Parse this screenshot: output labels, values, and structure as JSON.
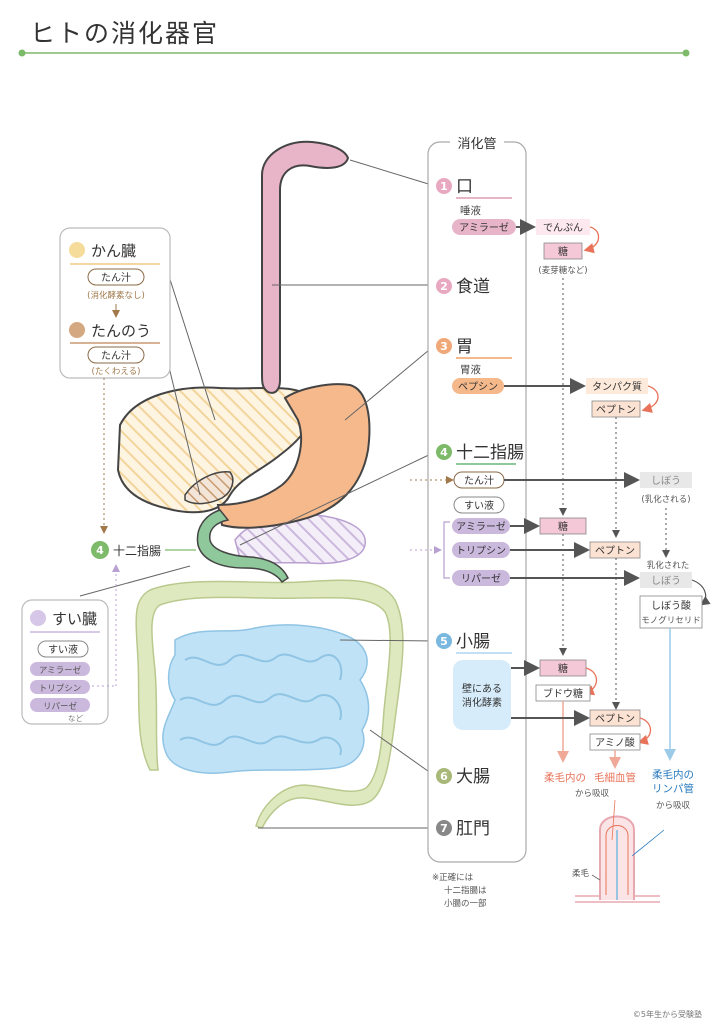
{
  "title": "ヒトの消化器官",
  "tract_header": "消化管",
  "organs": {
    "mouth": {
      "num": "1",
      "name": "口"
    },
    "esophagus": {
      "num": "2",
      "name": "食道"
    },
    "stomach": {
      "num": "3",
      "name": "胃"
    },
    "duodenum": {
      "num": "4",
      "name": "十二指腸"
    },
    "small_intestine": {
      "num": "5",
      "name": "小腸"
    },
    "large_intestine": {
      "num": "6",
      "name": "大腸"
    },
    "anus": {
      "num": "7",
      "name": "肛門"
    }
  },
  "mouth": {
    "fluid": "唾液",
    "enzyme": "アミラーゼ",
    "substrate": "でんぷん",
    "product": "糖",
    "product_note": "(麦芽糖など)"
  },
  "stomach": {
    "fluid": "胃液",
    "enzyme": "ペプシン",
    "substrate": "タンパク質",
    "product": "ペプトン"
  },
  "duodenum": {
    "bile": "たん汁",
    "pancreatic": "すい液",
    "fat": "しぼう",
    "fat_note": "(乳化される)",
    "enzymes": [
      "アミラーゼ",
      "トリプシン",
      "リパーゼ"
    ],
    "products": [
      "糖",
      "ペプトン"
    ],
    "emulsified_1": "乳化された",
    "emulsified_2": "しぼう",
    "fat_products_1": "しぼう酸",
    "fat_products_2": "モノグリセリド"
  },
  "small_intestine": {
    "wall_enzyme_1": "壁にある",
    "wall_enzyme_2": "消化酵素",
    "sugar": "糖",
    "glucose": "ブドウ糖",
    "peptone": "ペプトン",
    "amino": "アミノ酸"
  },
  "absorption": {
    "capillary_prefix": "柔毛内の",
    "capillary": "毛細血管",
    "capillary_suffix": "から吸収",
    "lymph_prefix": "柔毛内の",
    "lymph": "リンパ管",
    "lymph_suffix": "から吸収",
    "villus_label": "柔毛"
  },
  "liver_box": {
    "liver": "かん臓",
    "bile": "たん汁",
    "bile_note": "(消化酵素なし)",
    "gallbladder": "たんのう",
    "bile2": "たん汁",
    "bile2_note": "(たくわえる)"
  },
  "left_duodenum": {
    "num": "4",
    "name": "十二指腸"
  },
  "pancreas_box": {
    "name": "すい臓",
    "juice": "すい液",
    "enzymes": [
      "アミラーゼ",
      "トリプシン",
      "リパーゼ"
    ],
    "etc": "など"
  },
  "note": [
    "※正確には",
    "十二指腸は",
    "小腸の一部"
  ],
  "copyright": "©5年生から受験塾",
  "colors": {
    "pink": "#e8b4c8",
    "orange": "#f5b88a",
    "green": "#8fc89a",
    "blue": "#bfe0f5",
    "lightgreen": "#dce8b8",
    "purple": "#cbb8dd",
    "yellow": "#f5e0a8",
    "brown": "#a0784a",
    "red": "#e8735a",
    "lymph": "#7ab8e0"
  }
}
